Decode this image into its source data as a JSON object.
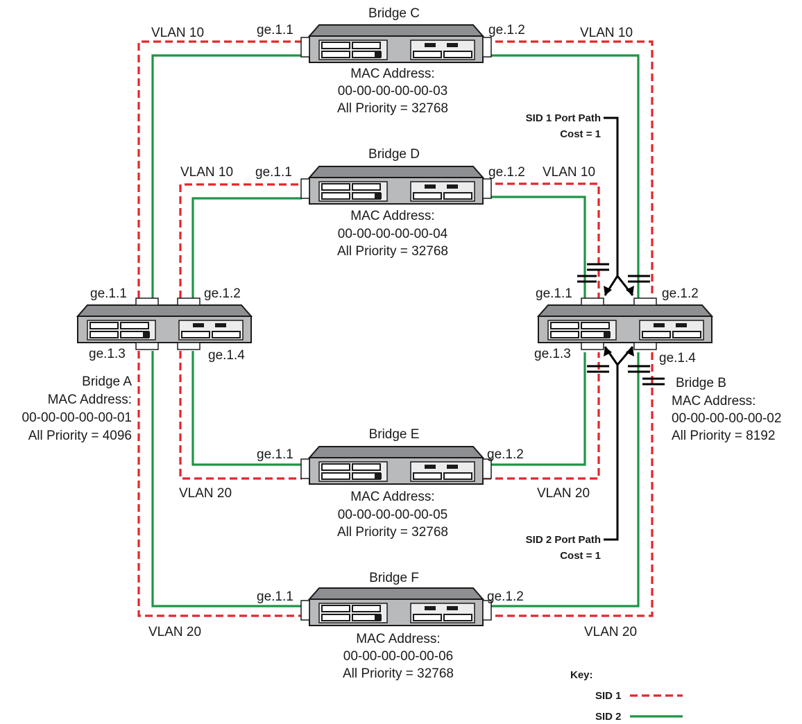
{
  "colors": {
    "sid1": "#e3262b",
    "sid2": "#1e9446",
    "chassis": "#b9babc"
  },
  "icons": {
    "bridge": "switch-icon"
  },
  "bridges": {
    "a": {
      "name": "Bridge A",
      "mac_label": "MAC Address:",
      "mac": "00-00-00-00-00-01",
      "priority": "All Priority = 4096",
      "ports": {
        "p1": "ge.1.1",
        "p2": "ge.1.2",
        "p3": "ge.1.3",
        "p4": "ge.1.4"
      }
    },
    "b": {
      "name": "Bridge B",
      "mac_label": "MAC Address:",
      "mac": "00-00-00-00-00-02",
      "priority": "All Priority = 8192",
      "ports": {
        "p1": "ge.1.1",
        "p2": "ge.1.2",
        "p3": "ge.1.3",
        "p4": "ge.1.4"
      }
    },
    "c": {
      "name": "Bridge C",
      "mac_label": "MAC Address:",
      "mac": "00-00-00-00-00-03",
      "priority": "All Priority = 32768",
      "ports": {
        "p1": "ge.1.1",
        "p2": "ge.1.2"
      }
    },
    "d": {
      "name": "Bridge D",
      "mac_label": "MAC Address:",
      "mac": "00-00-00-00-00-04",
      "priority": "All Priority = 32768",
      "ports": {
        "p1": "ge.1.1",
        "p2": "ge.1.2"
      }
    },
    "e": {
      "name": "Bridge E",
      "mac_label": "MAC Address:",
      "mac": "00-00-00-00-00-05",
      "priority": "All Priority = 32768",
      "ports": {
        "p1": "ge.1.1",
        "p2": "ge.1.2"
      }
    },
    "f": {
      "name": "Bridge F",
      "mac_label": "MAC Address:",
      "mac": "00-00-00-00-00-06",
      "priority": "All Priority = 32768",
      "ports": {
        "p1": "ge.1.1",
        "p2": "ge.1.2"
      }
    }
  },
  "vlans": {
    "vlan10": "VLAN 10",
    "vlan20": "VLAN 20"
  },
  "annotations": {
    "sid1_path": "SID 1 Port Path",
    "sid1_cost": "Cost = 1",
    "sid2_path": "SID 2 Port Path",
    "sid2_cost": "Cost = 1"
  },
  "key": {
    "title": "Key:",
    "sid1": "SID 1",
    "sid2": "SID 2"
  }
}
